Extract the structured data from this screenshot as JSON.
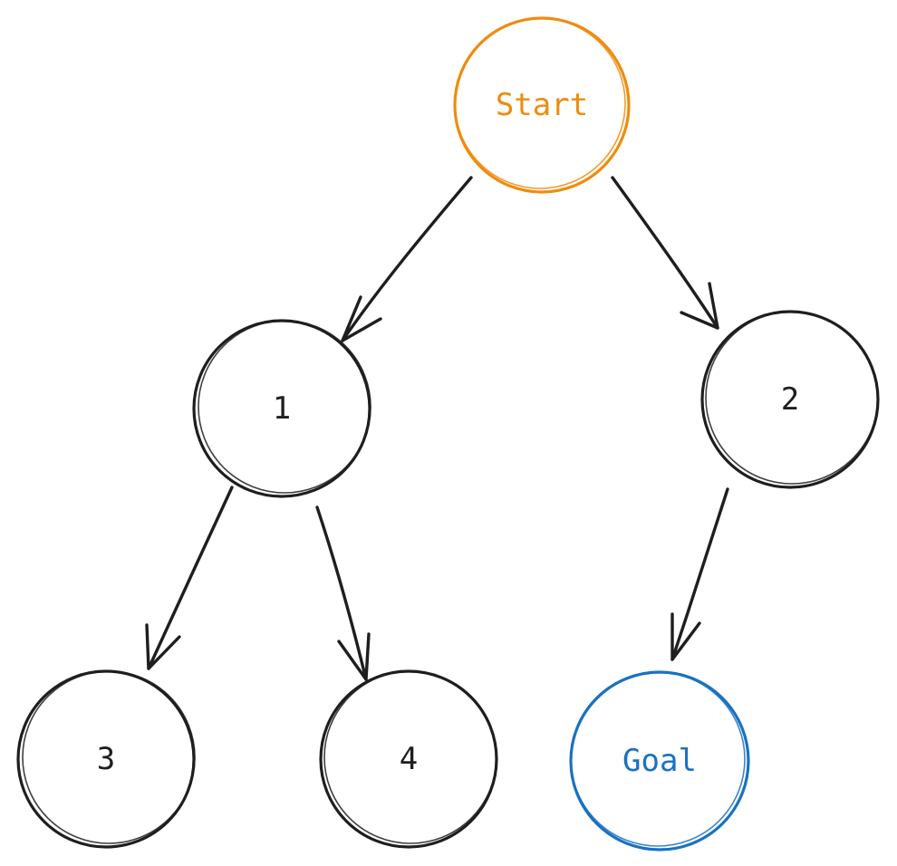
{
  "colors": {
    "default": "#1e1e1e",
    "start": "#ee8c0f",
    "goal": "#1971c2"
  },
  "nodes": [
    {
      "id": "start",
      "label": "Start",
      "role": "start"
    },
    {
      "id": "n1",
      "label": "1",
      "role": "default"
    },
    {
      "id": "n2",
      "label": "2",
      "role": "default"
    },
    {
      "id": "n3",
      "label": "3",
      "role": "default"
    },
    {
      "id": "n4",
      "label": "4",
      "role": "default"
    },
    {
      "id": "goal",
      "label": "Goal",
      "role": "goal"
    }
  ],
  "edges": [
    {
      "from": "start",
      "to": "n1"
    },
    {
      "from": "start",
      "to": "n2"
    },
    {
      "from": "n1",
      "to": "n3"
    },
    {
      "from": "n1",
      "to": "n4"
    },
    {
      "from": "n2",
      "to": "goal"
    }
  ]
}
